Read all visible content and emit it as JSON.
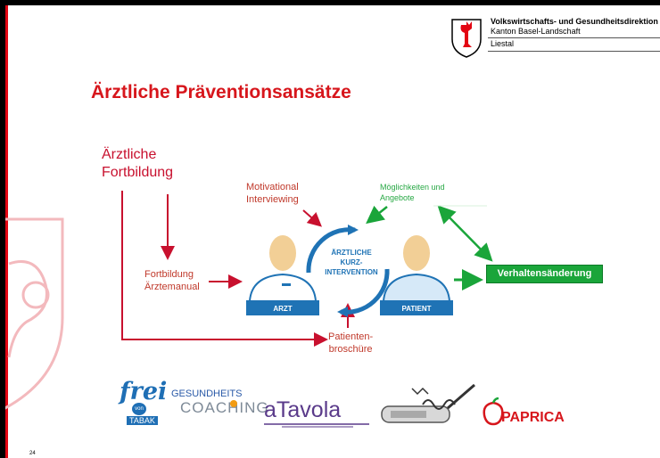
{
  "header": {
    "department": "Volkswirtschafts- und Gesundheitsdirektion",
    "canton": "Kanton Basel-Landschaft",
    "location": "Liestal"
  },
  "slide": {
    "title": "Ärztliche Präventionsansätze",
    "page_number": "24"
  },
  "diagram": {
    "training_label": "Ärztliche Fortbildung",
    "mi_line1": "Motivational",
    "mi_line2": "Interviewing",
    "options_line1": "Möglichkeiten und",
    "options_line2": "Angebote",
    "manual_line1": "Fortbildung",
    "manual_line2": "Ärztemanual",
    "center_line1": "ÄRZTLICHE",
    "center_line2": "KURZ-",
    "center_line3": "INTERVENTION",
    "doctor_label": "ARZT",
    "patient_label": "PATIENT",
    "brochure_line1": "Patienten-",
    "brochure_line2": "broschüre",
    "behavior_change": "Verhaltensänderung"
  },
  "logos": {
    "frei_von_tabak_1": "frei",
    "frei_von_tabak_2": "von",
    "frei_von_tabak_3": "TABAK",
    "coaching_1": "GESUNDHEITS",
    "coaching_2": "COACHING",
    "atavola": "aTavola",
    "paprica": "PAPRICA"
  },
  "colors": {
    "title_red": "#d7161c",
    "arrow_red": "#c8102e",
    "arrow_green": "#1aa53a",
    "circle_blue": "#1f73b5"
  }
}
